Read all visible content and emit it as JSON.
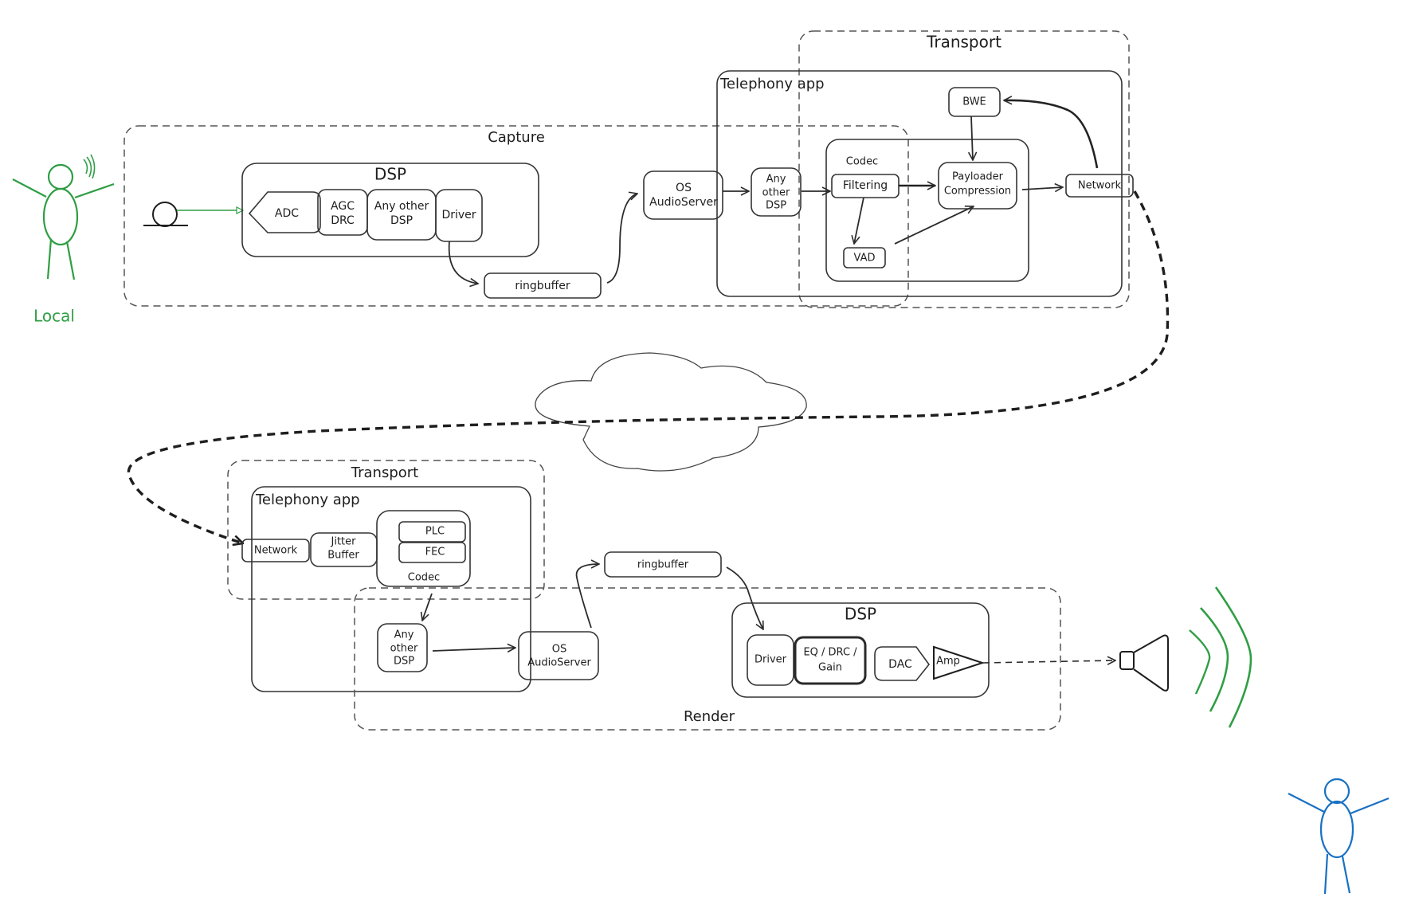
{
  "actors": {
    "local": {
      "label": "Local",
      "color": "#2f9e44"
    },
    "remote": {
      "label": "",
      "color": "#1971c2"
    }
  },
  "capture": {
    "group_label": "Capture",
    "dsp": {
      "title": "DSP",
      "blocks": [
        {
          "id": "adc",
          "label": [
            "ADC"
          ]
        },
        {
          "id": "agc",
          "label": [
            "AGC",
            "DRC"
          ]
        },
        {
          "id": "other",
          "label": [
            "Any other",
            "DSP"
          ]
        },
        {
          "id": "driver",
          "label": [
            "Driver"
          ]
        }
      ]
    },
    "ringbuffer": "ringbuffer",
    "os_audio_server": [
      "OS",
      "AudioServer"
    ]
  },
  "send_side": {
    "transport_label": "Transport",
    "telephony_app_label": "Telephony app",
    "any_other_dsp": [
      "Any",
      "other",
      "DSP"
    ],
    "codec": {
      "label": "Codec",
      "filtering": "Filtering",
      "vad": "VAD",
      "payloader": [
        "Payloader",
        "Compression"
      ]
    },
    "bwe": "BWE",
    "network": "Network"
  },
  "receive_side": {
    "transport_label": "Transport",
    "telephony_app_label": "Telephony app",
    "network": "Network",
    "jitter_buffer": [
      "Jitter",
      "Buffer"
    ],
    "codec": {
      "label": "Codec",
      "plc": "PLC",
      "fec": "FEC"
    },
    "any_other_dsp": [
      "Any",
      "other",
      "DSP"
    ],
    "os_audio_server": [
      "OS",
      "AudioServer"
    ],
    "ringbuffer": "ringbuffer"
  },
  "render": {
    "group_label": "Render",
    "dsp": {
      "title": "DSP",
      "blocks": [
        {
          "id": "driver",
          "label": [
            "Driver"
          ]
        },
        {
          "id": "eq",
          "label": [
            "EQ / DRC /",
            "Gain"
          ]
        },
        {
          "id": "dac",
          "label": [
            "DAC"
          ]
        },
        {
          "id": "amp",
          "label": [
            "Amp"
          ]
        }
      ]
    }
  },
  "icons": {
    "microphone": "microphone-icon",
    "speaker": "speaker-icon",
    "cloud": "cloud-icon"
  }
}
